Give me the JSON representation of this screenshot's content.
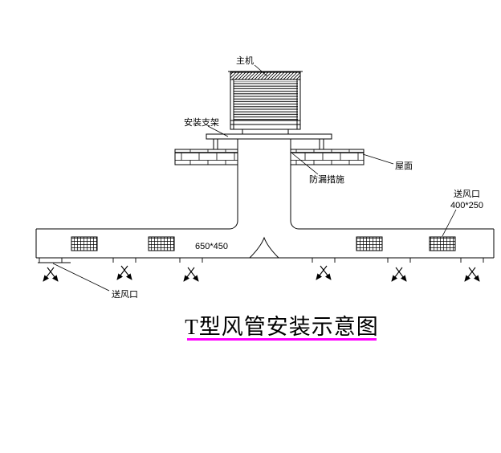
{
  "colors": {
    "line": "#000000",
    "accent": "#FF00FF"
  },
  "labels": {
    "unit": "主机",
    "bracket": "安装支架",
    "roof": "屋面",
    "leakproof": "防漏措施",
    "outlet_right_name": "送风口",
    "outlet_right_size": "400*250",
    "duct_size": "650*450",
    "outlet_bottom": "送风口"
  },
  "title": {
    "text": "T型风管安装示意图"
  }
}
